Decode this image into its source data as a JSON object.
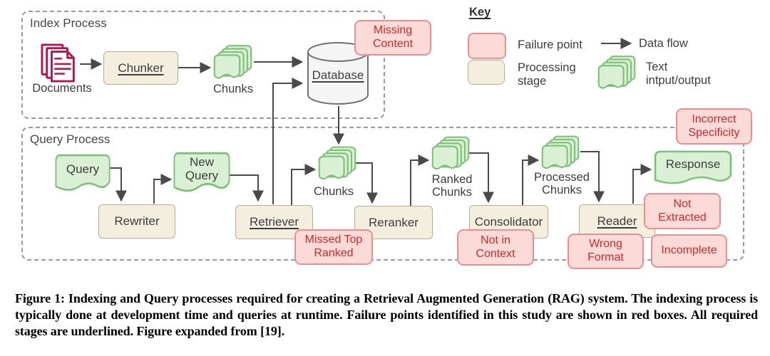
{
  "sections": {
    "index": "Index Process",
    "query": "Query Process"
  },
  "key": {
    "title": "Key",
    "failure": "Failure point",
    "processing": "Processing stage",
    "data_flow": "Data flow",
    "text_io": "Text intput/output"
  },
  "stages": {
    "chunker": "Chunker",
    "rewriter": "Rewriter",
    "retriever": "Retriever",
    "reranker": "Reranker",
    "consolidator": "Consolidator",
    "reader": "Reader"
  },
  "artifacts": {
    "documents": "Documents",
    "chunks_index": "Chunks",
    "database": "Database",
    "query": "Query",
    "new_query": "New Query",
    "chunks_query": "Chunks",
    "ranked_chunks": "Ranked Chunks",
    "processed_chunks": "Processed Chunks",
    "response": "Response"
  },
  "failure_points": {
    "missing_content": "Missing Content",
    "incorrect_specificity": "Incorrect Specificity",
    "missed_top_ranked": "Missed Top Ranked",
    "not_in_context": "Not in Context",
    "not_extracted": "Not Extracted",
    "wrong_format": "Wrong Format",
    "incomplete": "Incomplete"
  },
  "caption": "Figure 1: Indexing and Query processes required for creating a Retrieval Augmented Generation (RAG) system. The indexing process is typically done at development time and queries at runtime. Failure points identified in this study are shown in red boxes. All required stages are underlined. Figure expanded from [19].",
  "colors": {
    "failure_fill": "#fbdad8",
    "failure_border": "#e89090",
    "failure_text": "#cc2b27",
    "stage_fill": "#f3eedd",
    "stage_border": "#b5ad93",
    "text_io_fill": "#d9f0d4",
    "text_io_border": "#7fbf79",
    "documents_accent": "#b3164f",
    "arrow": "#4a4a4a",
    "dash_border": "#9a9a9a"
  }
}
